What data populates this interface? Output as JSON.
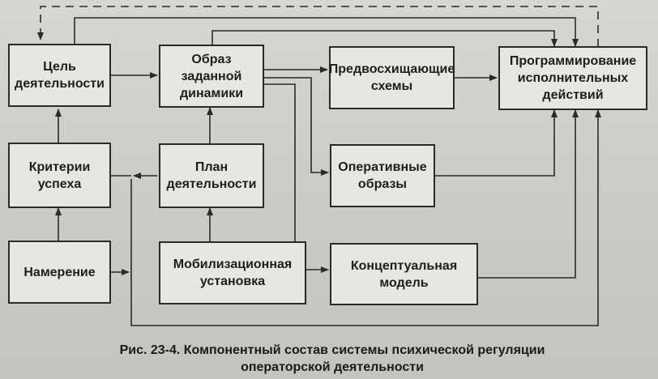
{
  "diagram": {
    "boxes": [
      {
        "id": "tsel",
        "label": "Цель\nдеятельности"
      },
      {
        "id": "obraz",
        "label": "Образ\nзаданной\nдинамики"
      },
      {
        "id": "predv",
        "label": "Предвосхищающие\nсхемы"
      },
      {
        "id": "progr",
        "label": "Программирование\nисполнительных\nдействий"
      },
      {
        "id": "krit",
        "label": "Критерии\nуспеха"
      },
      {
        "id": "plan",
        "label": "План\nдеятельности"
      },
      {
        "id": "operat",
        "label": "Оперативные\nобразы"
      },
      {
        "id": "namer",
        "label": "Намерение"
      },
      {
        "id": "mobil",
        "label": "Мобилизационная\nустановка"
      },
      {
        "id": "konts",
        "label": "Концептуальная\nмодель"
      }
    ]
  },
  "caption": "Рис. 23-4. Компонентный состав  системы психической регуляции\nоператорской деятельности"
}
